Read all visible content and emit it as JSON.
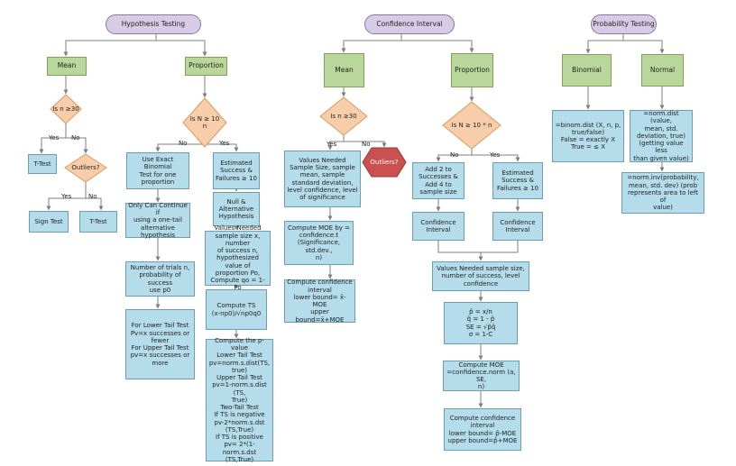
{
  "hypothesis": {
    "title": "Hypothesis Testing",
    "mean": "Mean",
    "proportion": "Proportion",
    "is_n_30": "Is n ≥30",
    "yes": "Yes",
    "no": "No",
    "ttest_left": "T-Test",
    "outliers": "Outliers?",
    "sign_test": "Sign Test",
    "ttest_right": "T-Test",
    "is_n_10": "Is N ≥ 10\nn",
    "exact_binomial": "Use Exact Binomial\nTest for one\nproportion",
    "one_tail": "Only Can Continue if\nusing a one-tail\nalternative hypothesis",
    "trials": "Number of trials n,\nprobability of success\nuse p0",
    "lower_upper": "For Lower Tail Test\nPv=x successes or\nfewer\nFor Upper Tail Test\npv=x successes or\nmore",
    "est_success": "Estimated\nSuccess &\nFailures ≥ 10",
    "null_alt": "Null &\nAlternative\nHypothesis",
    "values_needed": "Values Needed\nsample size x,  number\nof success n,\nhypothesized value of\nproportion Po,\nCompute qo = 1- Po",
    "compute_ts": "Compute TS\n(x-np0)/√np0q0",
    "compute_pv": "Compute the p-value\nLower Tail Test\npv=norm.s.dist(TS,\ntrue)\nUpper Tail Test\npv=1-norm.s.dist (TS,\nTrue)\nTwo-Tail Test\nIf TS is negative\npv-2*norm.s.dst\n(TS,True)\nIf TS is positive\npv= 2*(1-norm.s.dst\n(TS,True)"
  },
  "confidence": {
    "title": "Confidence Interval",
    "mean": "Mean",
    "proportion": "Proportion",
    "is_n_30": "Is n ≥30",
    "yes": "Yes",
    "no": "No",
    "outliers": "Outliers?",
    "values_needed": "Values Needed\nSample Size, sample\nmean, sample\nstandard deviation,\nlevel confidence, level\nof significance",
    "moe": "Compute MOE by =\nconfidence.t\n(Significance, std.dev.,\nn)",
    "ci_mean": "Compute confidence\ninterval\nlower bound= x̄-MOE\nupper bound=x̄+MOE",
    "is_n_10n": "Is N ≥ 10 * n",
    "add2": "Add 2 to\nSuccesses &\nAdd 4 to\nsample size",
    "est_success": "Estimated\nSuccess &\nFailures ≥ 10",
    "ci_left": "Confidence\nInterval",
    "ci_right": "Confidence\nInterval",
    "values_prop": "Values Needed sample size,\nnumber of success, level\nconfidence",
    "formulas": "p̂ = x/n\nq̂ = 1 - p̂\nSE = √p̂q̂\nσ = 1-C",
    "moe_norm": "Compute MOE\n=confidence.norm (a, SE,\nn)",
    "ci_prop": "Compute confidence\ninterval\nlower bound= p̂-MOE\nupper bound=p̂+MOE"
  },
  "probability": {
    "title": "Probability Testing",
    "binomial": "Binomial",
    "normal": "Normal",
    "binom_dist": "=binom.dist (X, n, p,\ntrue/false)\nFalse = exactly X\nTrue = ≤ X",
    "norm_dist": "=norm.dist (value,\nmean, std.\ndeviation, true)\n(getting value less\nthan given value)",
    "norm_inv": "=norm.inv(probability,\nmean, std. dev) (prob\nrepresents area to left of\nvalue)"
  },
  "colors": {
    "pill": "#d8cbe6",
    "category": "#b9d79a",
    "process": "#b4dcea",
    "decision": "#f8cda9",
    "outlier_hexagon": "#c9514f",
    "connector": "#7f7f7f"
  }
}
